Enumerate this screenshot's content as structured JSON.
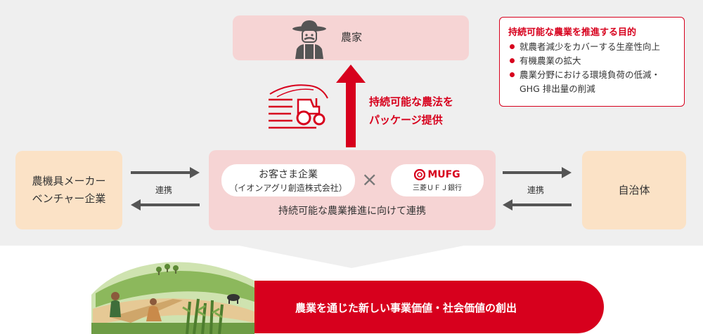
{
  "farmer": {
    "label": "農家",
    "icon": "farmer-icon"
  },
  "goals": {
    "title": "持続可能な農業を推進する目的",
    "items": [
      "就農者減少をカバーする生産性向上",
      "有機農業の拡大",
      "農業分野における環境負荷の低減・",
      "GHG 排出量の削減"
    ]
  },
  "upward": {
    "caption_line1": "持続可能な農法を",
    "caption_line2": "パッケージ提供",
    "icon": "tractor-icon"
  },
  "left_partner": {
    "line1": "農機具メーカー",
    "line2": "ベンチャー企業"
  },
  "right_partner": {
    "label": "自治体"
  },
  "link_left": "連携",
  "link_right": "連携",
  "center": {
    "customer_line1": "お客さま企業",
    "customer_line2": "（イオンアグリ創造株式会社）",
    "times": "×",
    "mufg_name": "MUFG",
    "mufg_sub": "三菱ＵＦＪ銀行",
    "caption": "持続可能な農業推進に向けて連携"
  },
  "banner": {
    "text": "農業を通じた新しい事業価値・社会価値の創出"
  },
  "colors": {
    "accent": "#d7001d",
    "pink": "#f6d4d4",
    "peach": "#fbe2c6",
    "panel": "#efefef"
  }
}
